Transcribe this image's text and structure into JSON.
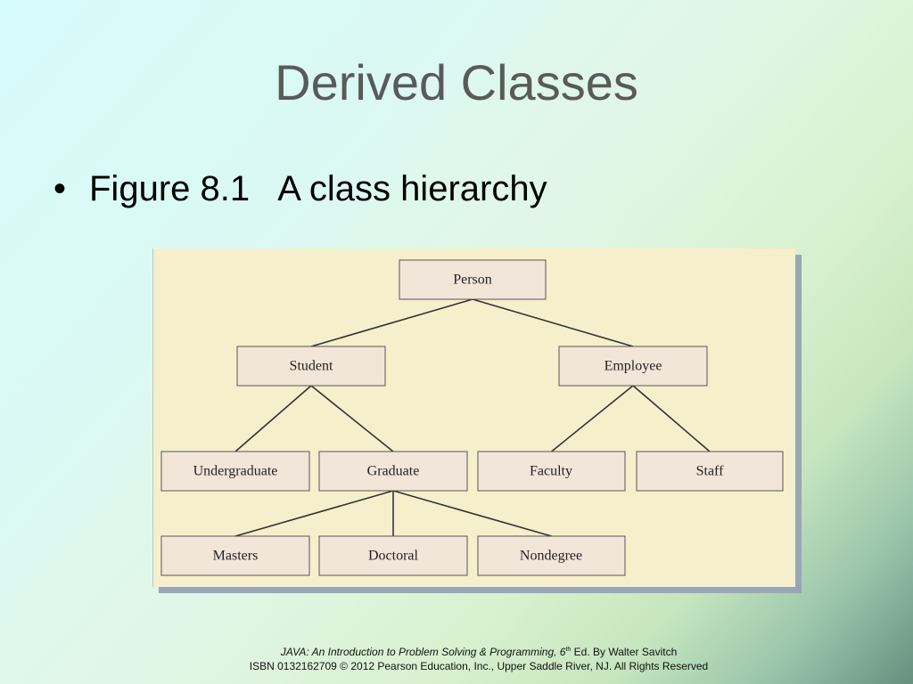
{
  "slide": {
    "title": "Derived Classes",
    "bullet": "Figure 8.1   A class hierarchy"
  },
  "diagram": {
    "nodes": {
      "person": "Person",
      "student": "Student",
      "employee": "Employee",
      "undergraduate": "Undergraduate",
      "graduate": "Graduate",
      "faculty": "Faculty",
      "staff": "Staff",
      "masters": "Masters",
      "doctoral": "Doctoral",
      "nondegree": "Nondegree"
    },
    "edges": [
      [
        "person",
        "student"
      ],
      [
        "person",
        "employee"
      ],
      [
        "student",
        "undergraduate"
      ],
      [
        "student",
        "graduate"
      ],
      [
        "employee",
        "faculty"
      ],
      [
        "employee",
        "staff"
      ],
      [
        "graduate",
        "masters"
      ],
      [
        "graduate",
        "doctoral"
      ],
      [
        "graduate",
        "nondegree"
      ]
    ],
    "colors": {
      "background": "#f5f0cb",
      "box_fill": "#f2e6d9",
      "box_stroke": "#555555",
      "line": "#333333"
    }
  },
  "footer": {
    "line1_italic": "JAVA: An Introduction to Problem Solving & Programming, 6",
    "line1_sup": "th",
    "line1_rest": " Ed. By Walter Savitch",
    "line2": "ISBN 0132162709 © 2012 Pearson Education, Inc., Upper Saddle River, NJ. All Rights Reserved"
  }
}
